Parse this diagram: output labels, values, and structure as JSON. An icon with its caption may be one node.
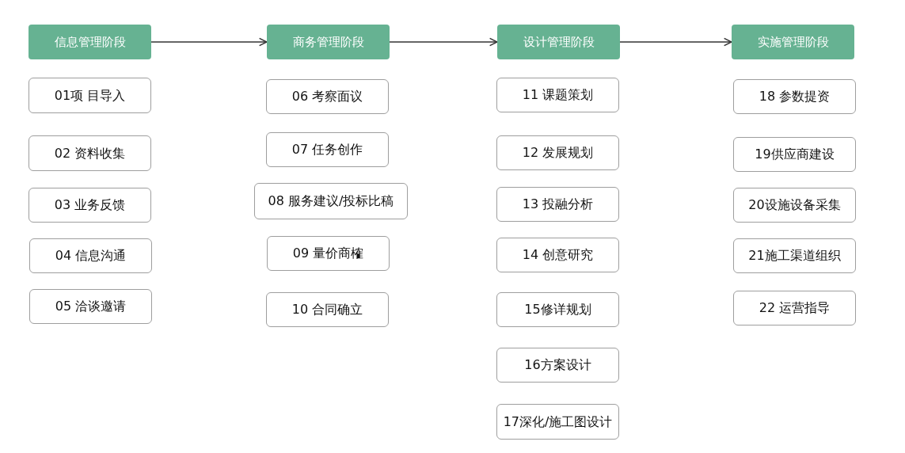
{
  "diagram": {
    "nodes": [
      {
        "text": [
          "信息管理阶段"
        ]
      },
      {
        "text": [
          "01项 目导入"
        ]
      },
      {
        "text": [
          "02 资料收集"
        ]
      },
      {
        "text": [
          "03 业务反馈"
        ]
      },
      {
        "text": [
          "04 信息沟通"
        ]
      },
      {
        "text": [
          "05 洽谈邀请"
        ]
      },
      {
        "text": [
          "商务管理阶段"
        ]
      },
      {
        "text": [
          "06 考察面议"
        ]
      },
      {
        "text": [
          "07 任务创作"
        ]
      },
      {
        "text": [
          "08 服务建议/投标比稿"
        ]
      },
      {
        "text": [
          "09 量价商榷"
        ]
      },
      {
        "text": [
          "10 合同确立"
        ]
      },
      {
        "text": [
          "设计管理阶段"
        ]
      },
      {
        "text": [
          "11 课题策划"
        ]
      },
      {
        "text": [
          "12 发展规划"
        ]
      },
      {
        "text": [
          "13 投融分析"
        ]
      },
      {
        "text": [
          "14 创意研究"
        ]
      },
      {
        "text": [
          "15修详规划"
        ]
      },
      {
        "text": [
          "16方案设计"
        ]
      },
      {
        "text": [
          "17深化/施工图设计"
        ]
      },
      {
        "text": [
          "实施管理阶段"
        ]
      },
      {
        "text": [
          "18 参数提资"
        ]
      },
      {
        "text": [
          "19供应商建设"
        ]
      },
      {
        "text": [
          "20设施设备采集"
        ]
      },
      {
        "text": [
          "21施工渠道组织"
        ]
      },
      {
        "text": [
          "22 运营指导"
        ]
      }
    ],
    "edges": [
      {
        "from": 0,
        "to": 6,
        "arrow": "to"
      },
      {
        "from": 6,
        "to": 12,
        "arrow": "to"
      },
      {
        "from": 12,
        "to": 20,
        "arrow": "to"
      }
    ]
  }
}
